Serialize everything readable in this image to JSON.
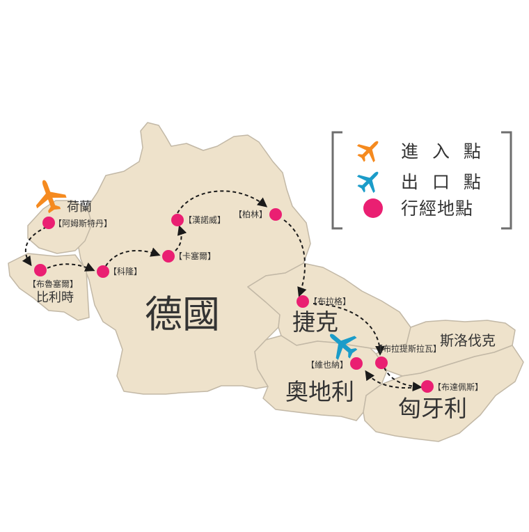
{
  "legend": {
    "entry": {
      "label": "進 入 點",
      "icon": "plane-icon",
      "color": "#f58a1f"
    },
    "exit": {
      "label": "出 口 點",
      "icon": "plane-icon",
      "color": "#1b9cc9"
    },
    "stop": {
      "label": "行經地點",
      "icon": "dot-icon",
      "color": "#ea1f72"
    }
  },
  "countries": {
    "netherlands": "荷蘭",
    "belgium": "比利時",
    "germany": "德國",
    "czech": "捷克",
    "slovakia": "斯洛伐克",
    "austria": "奧地利",
    "hungary": "匈牙利"
  },
  "cities": {
    "amsterdam": "【阿姆斯特丹】",
    "brussels": "【布魯塞爾】",
    "cologne": "【科隆】",
    "kassel": "【卡塞爾】",
    "hanover": "【漢諾威】",
    "berlin": "【柏林】",
    "prague": "【布拉格】",
    "bratislava": "【布拉提斯拉瓦】",
    "vienna": "【維也納】",
    "budapest": "【布達佩斯】"
  },
  "colors": {
    "land": "#eee2cb",
    "border": "#c2b8a6",
    "route": "#1a1a1a",
    "stop": "#ea1f72",
    "entry_plane": "#f58a1f",
    "exit_plane": "#1b9cc9"
  }
}
